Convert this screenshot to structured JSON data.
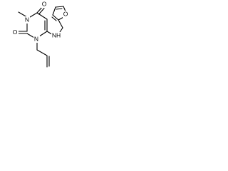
{
  "molecule": {
    "atoms": {
      "o4": "O",
      "o2": "O",
      "n3": "N",
      "n1": "N",
      "nh": "NH",
      "o_furan": "O"
    }
  },
  "colors": {
    "bond": "#000000",
    "label": "#000000",
    "background": "#ffffff"
  }
}
